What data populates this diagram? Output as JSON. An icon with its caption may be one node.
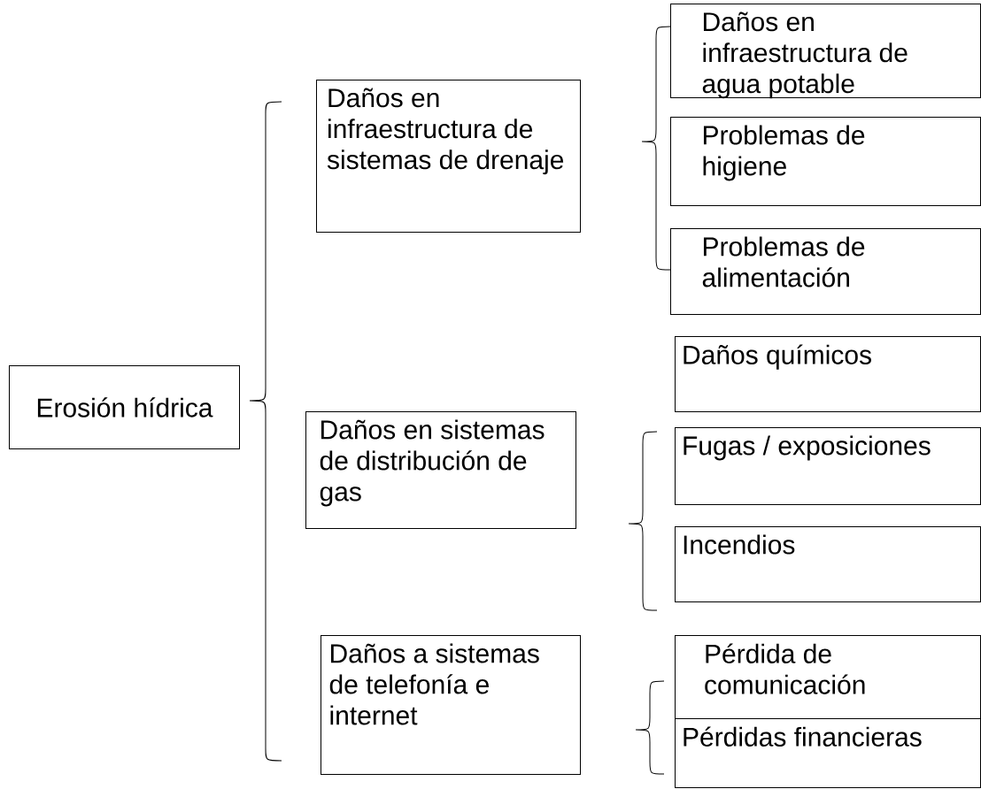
{
  "diagram": {
    "nodes": [
      {
        "text": [
          "Erosión hídrica"
        ]
      },
      {
        "text": [
          "Daños en infraestructura de sistemas de drenaje"
        ]
      },
      {
        "text": [
          "Daños en infraestructura de agua potable"
        ]
      },
      {
        "text": [
          "Problemas de higiene"
        ]
      },
      {
        "text": [
          "Problemas de alimentación"
        ]
      },
      {
        "text": [
          "Daños en sistemas de distribución de gas"
        ]
      },
      {
        "text": [
          "Daños químicos"
        ]
      },
      {
        "text": [
          "Fugas / exposiciones"
        ]
      },
      {
        "text": [
          "Incendios"
        ]
      },
      {
        "text": [
          "Daños a sistemas de telefonía e internet"
        ]
      },
      {
        "text": [
          "Pérdida de comunicación"
        ]
      },
      {
        "text": [
          "Pérdidas financieras"
        ]
      }
    ]
  }
}
